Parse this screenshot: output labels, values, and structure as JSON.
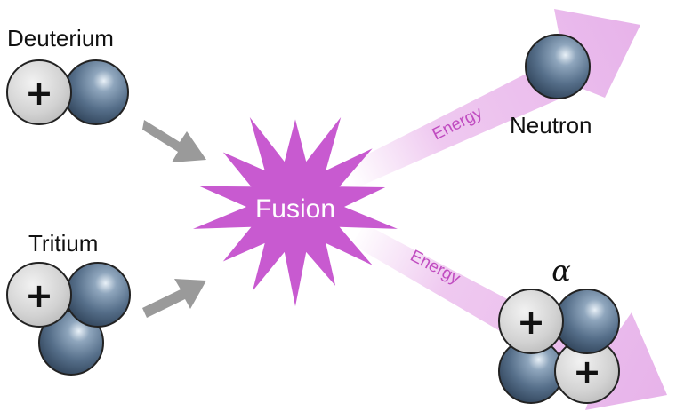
{
  "labels": {
    "deuterium": "Deuterium",
    "tritium": "Tritium",
    "fusion": "Fusion",
    "neutron": "Neutron",
    "alpha": "α",
    "energy_upper": "Energy",
    "energy_lower": "Energy",
    "plus": "+"
  },
  "colors": {
    "burst": "#c85ad0",
    "energy_beam": "#e9b9ec",
    "energy_text": "#c04cc0",
    "neutron": "#506a86",
    "proton": "#cfcfcf",
    "input_arrow": "#999999"
  }
}
